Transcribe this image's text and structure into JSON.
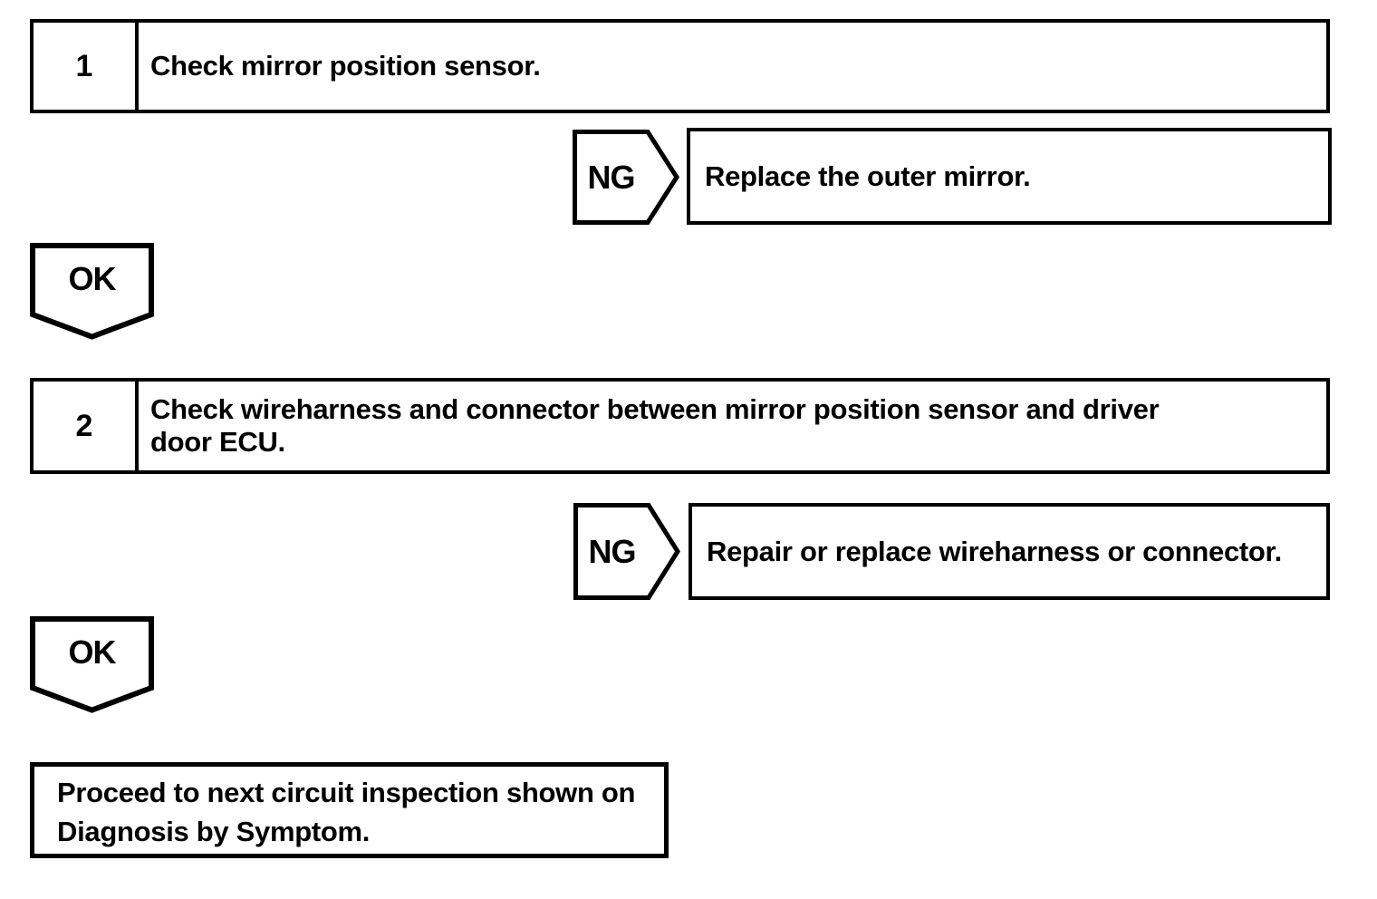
{
  "page": {
    "background": "#ffffff",
    "ink": "#000000"
  },
  "flowchart": {
    "step1": {
      "number": "1",
      "instruction": "Check mirror position sensor.",
      "ng_label": "NG",
      "ng_result": "Replace the outer mirror.",
      "ok_label": "OK"
    },
    "step2": {
      "number": "2",
      "instruction_line1": "Check wireharness and connector between mirror position sensor and driver",
      "instruction_line2": "door ECU.",
      "ng_label": "NG",
      "ng_result": "Repair or replace wireharness or connector.",
      "ok_label": "OK"
    },
    "final_action": {
      "line1": "Proceed to next circuit inspection shown on",
      "line2": "Diagnosis by Symptom."
    }
  }
}
